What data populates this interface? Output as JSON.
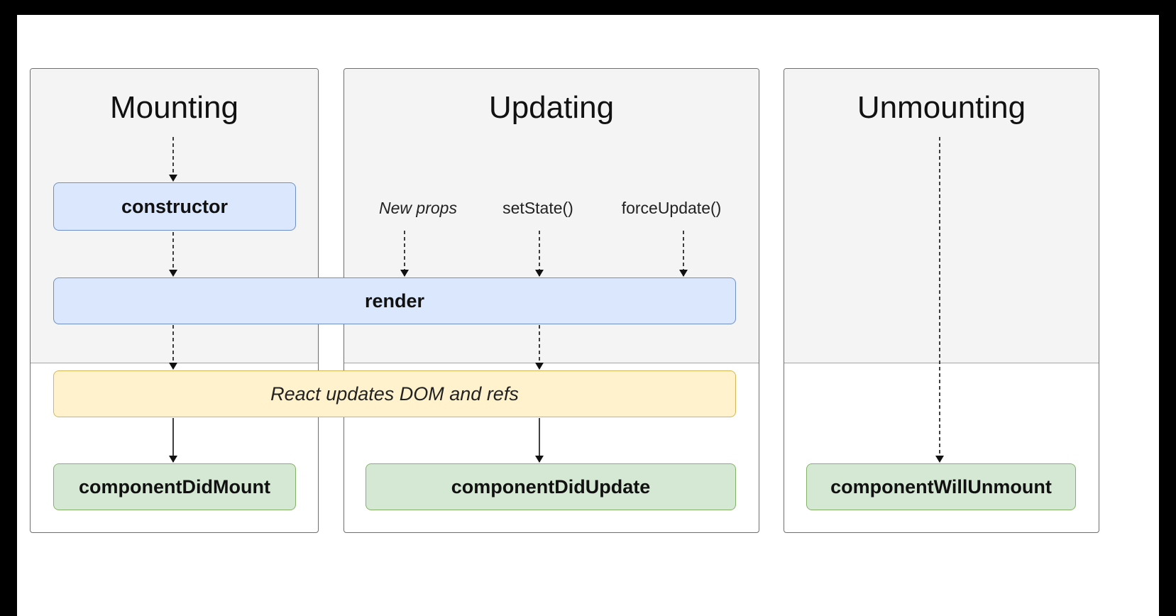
{
  "phases": {
    "mounting": {
      "title": "Mounting"
    },
    "updating": {
      "title": "Updating"
    },
    "unmounting": {
      "title": "Unmounting"
    }
  },
  "triggers": {
    "new_props": "New props",
    "set_state": "setState()",
    "force_update": "forceUpdate()"
  },
  "methods": {
    "constructor": "constructor",
    "render": "render",
    "dom_update": "React updates DOM and refs",
    "component_did_mount": "componentDidMount",
    "component_did_update": "componentDidUpdate",
    "component_will_unmount": "componentWillUnmount"
  },
  "colors": {
    "render_phase_fill": "#dae7fc",
    "commit_phase_fill": "#fff2cc",
    "lifecycle_method_fill": "#d5e8d4",
    "panel_top_fill": "#f4f4f4"
  }
}
